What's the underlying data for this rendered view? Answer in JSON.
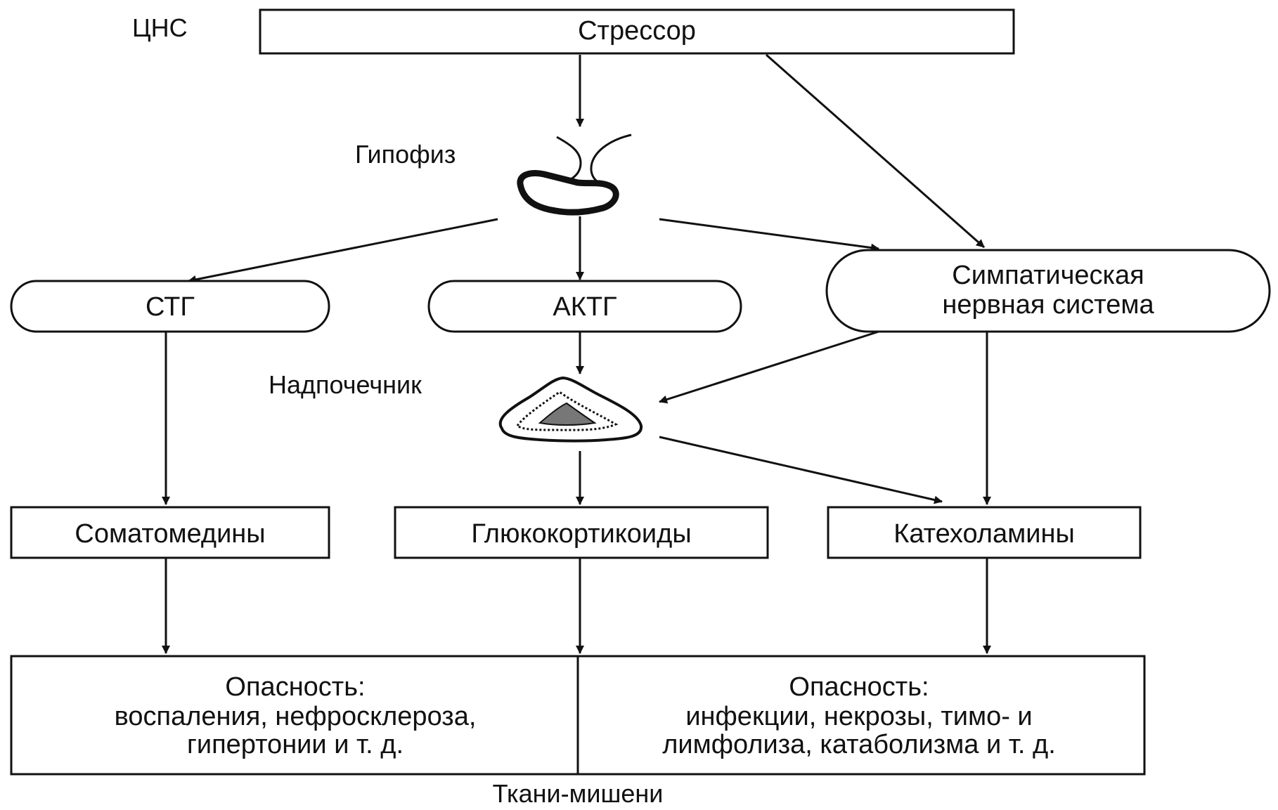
{
  "diagram": {
    "labels": {
      "cns": "ЦНС",
      "pituitary": "Гипофиз",
      "adrenal": "Надпочечник",
      "target_tissues": "Ткани-мишени"
    },
    "nodes": {
      "stressor": "Стрессор",
      "stg": "СТГ",
      "actg": "АКТГ",
      "sympathetic_line1": "Симпатическая",
      "sympathetic_line2": "нервная система",
      "somatomedins": "Соматомедины",
      "glucocorticoids": "Глюкокортикоиды",
      "catecholamines": "Катехоламины"
    },
    "danger_left": {
      "line1": "Опасность:",
      "line2": "воспаления, нефросклероза,",
      "line3": "гипертонии и т. д."
    },
    "danger_right": {
      "line1": "Опасность:",
      "line2": "инфекции, некрозы, тимо- и",
      "line3": "лимфолиза, катаболизма и т. д."
    },
    "edges": [
      {
        "from": "stressor",
        "to": "pituitary"
      },
      {
        "from": "stressor",
        "to": "sympathetic"
      },
      {
        "from": "pituitary",
        "to": "stg"
      },
      {
        "from": "pituitary",
        "to": "actg"
      },
      {
        "from": "pituitary",
        "to": "sympathetic"
      },
      {
        "from": "actg",
        "to": "adrenal"
      },
      {
        "from": "sympathetic",
        "to": "adrenal"
      },
      {
        "from": "sympathetic",
        "to": "catecholamines"
      },
      {
        "from": "stg",
        "to": "somatomedins"
      },
      {
        "from": "adrenal",
        "to": "glucocorticoids"
      },
      {
        "from": "adrenal",
        "to": "catecholamines"
      },
      {
        "from": "somatomedins",
        "to": "danger_left"
      },
      {
        "from": "glucocorticoids",
        "to": "danger_right"
      },
      {
        "from": "catecholamines",
        "to": "danger_right"
      }
    ]
  }
}
